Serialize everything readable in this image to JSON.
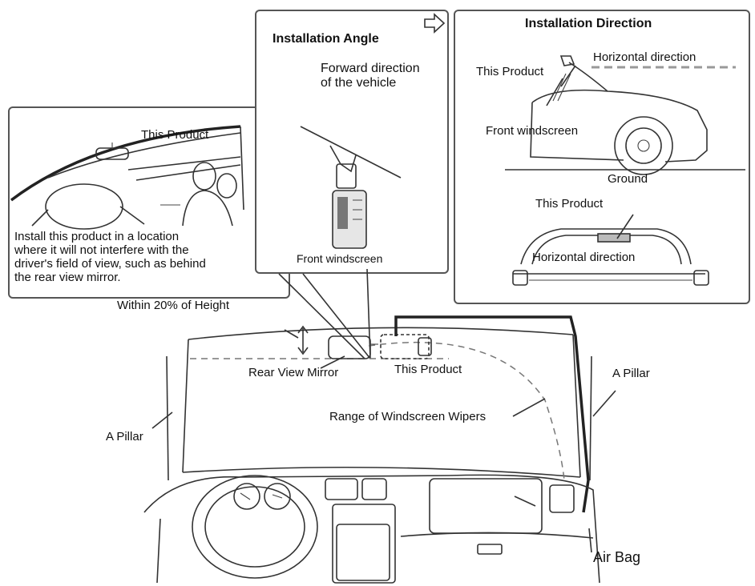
{
  "left_panel": {
    "product_label": "This Product",
    "note_lines": [
      "Install this product in a location",
      "where it will not interfere with the",
      "driver's field of view, such as behind",
      "the rear view mirror."
    ]
  },
  "angle_panel": {
    "title": "Installation Angle",
    "forward_label_lines": [
      "Forward direction",
      "of the vehicle"
    ],
    "windscreen_label": "Front windscreen"
  },
  "direction_panel": {
    "title": "Installation Direction",
    "product_label": "This Product",
    "horizontal_label": "Horizontal direction",
    "windscreen_label": "Front windscreen",
    "ground_label": "Ground",
    "product_label_2": "This Product",
    "horizontal_label_2": "Horizontal direction"
  },
  "main": {
    "height_label": "Within 20% of Height",
    "mirror_label": "Rear View Mirror",
    "product_label": "This Product",
    "a_pillar_right": "A Pillar",
    "a_pillar_left": "A Pillar",
    "wipers_label": "Range of Windscreen Wipers",
    "airbag_label": "Air Bag"
  }
}
